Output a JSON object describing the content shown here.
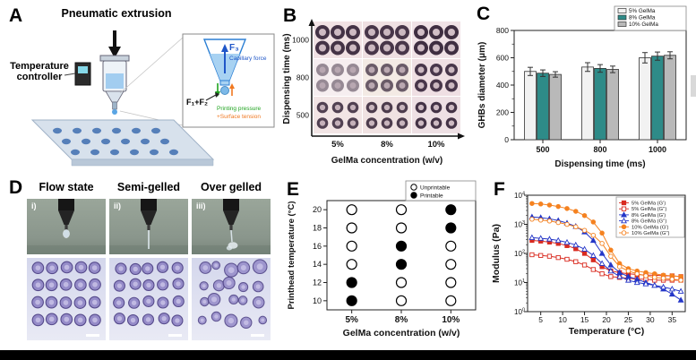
{
  "panels": {
    "a": {
      "label": "A",
      "pneumatic": "Pneumatic extrusion",
      "temp_controller": "Temperature controller",
      "inset": {
        "f3": "F₃",
        "capillary": "Capillary force",
        "f1f2": "F₁+F₂",
        "pressure": "Printing pressure",
        "tension": "+Surface tension"
      }
    },
    "b": {
      "label": "B"
    },
    "c": {
      "label": "C"
    },
    "d": {
      "label": "D",
      "columns": [
        {
          "title": "Flow state",
          "tag": "i)"
        },
        {
          "title": "Semi-gelled",
          "tag": "ii)"
        },
        {
          "title": "Over gelled",
          "tag": "iii)"
        }
      ]
    },
    "e": {
      "label": "E"
    },
    "f": {
      "label": "F"
    }
  },
  "chart_data": [
    {
      "id": "b",
      "type": "image-grid",
      "xlabel": "GelMa concentration (w/v)",
      "ylabel": "Dispensing time (ms)",
      "columns": [
        "5%",
        "8%",
        "10%"
      ],
      "rows": [
        "1000",
        "800",
        "500"
      ],
      "droplets_per_cell": 6
    },
    {
      "id": "c",
      "type": "bar",
      "xlabel": "Dispensing time (ms)",
      "ylabel": "GHBs diameter (μm)",
      "categories": [
        "500",
        "800",
        "1000"
      ],
      "ylim": [
        0,
        800
      ],
      "yticks": [
        0,
        200,
        400,
        600,
        800
      ],
      "legend_position": "top-right",
      "series": [
        {
          "name": "5% GelMa",
          "color": "#f2f2f2",
          "values": [
            500,
            532,
            600
          ],
          "errors": [
            30,
            32,
            38
          ]
        },
        {
          "name": "8% GelMa",
          "color": "#2e8b88",
          "values": [
            487,
            522,
            612
          ],
          "errors": [
            24,
            28,
            30
          ]
        },
        {
          "name": "10% GelMa",
          "color": "#b9b9b9",
          "values": [
            478,
            515,
            618
          ],
          "errors": [
            20,
            24,
            26
          ]
        }
      ]
    },
    {
      "id": "e",
      "type": "scatter",
      "xlabel": "GelMa concentration (w/v)",
      "ylabel": "Printhead temperature (°C)",
      "categories": [
        "5%",
        "8%",
        "10%"
      ],
      "yticks": [
        10,
        12,
        14,
        16,
        18,
        20
      ],
      "legend": [
        {
          "label": "Unprintable",
          "filled": false
        },
        {
          "label": "Printable",
          "filled": true
        }
      ],
      "points": [
        {
          "x": 0,
          "y": 10,
          "filled": true
        },
        {
          "x": 0,
          "y": 12,
          "filled": true
        },
        {
          "x": 0,
          "y": 14,
          "filled": false
        },
        {
          "x": 0,
          "y": 16,
          "filled": false
        },
        {
          "x": 0,
          "y": 18,
          "filled": false
        },
        {
          "x": 0,
          "y": 20,
          "filled": false
        },
        {
          "x": 1,
          "y": 10,
          "filled": false
        },
        {
          "x": 1,
          "y": 12,
          "filled": false
        },
        {
          "x": 1,
          "y": 14,
          "filled": true
        },
        {
          "x": 1,
          "y": 16,
          "filled": true
        },
        {
          "x": 1,
          "y": 18,
          "filled": false
        },
        {
          "x": 1,
          "y": 20,
          "filled": false
        },
        {
          "x": 2,
          "y": 10,
          "filled": false
        },
        {
          "x": 2,
          "y": 12,
          "filled": false
        },
        {
          "x": 2,
          "y": 14,
          "filled": false
        },
        {
          "x": 2,
          "y": 16,
          "filled": false
        },
        {
          "x": 2,
          "y": 18,
          "filled": true
        },
        {
          "x": 2,
          "y": 20,
          "filled": true
        }
      ]
    },
    {
      "id": "f",
      "type": "line",
      "xlabel": "Temperature (°C)",
      "ylabel": "Modulus (Pa)",
      "xticks": [
        5,
        10,
        15,
        20,
        25,
        30,
        35
      ],
      "xlim": [
        2,
        38
      ],
      "yscale": "log",
      "ytick_exponents": [
        0,
        1,
        2,
        3,
        4
      ],
      "x": [
        3,
        5,
        7,
        9,
        11,
        13,
        15,
        17,
        19,
        21,
        23,
        25,
        27,
        29,
        31,
        33,
        35,
        37
      ],
      "series": [
        {
          "name": "5% GelMa (G')",
          "color": "#d92b20",
          "marker": "square",
          "filled": true,
          "values": [
            280,
            265,
            245,
            220,
            185,
            145,
            100,
            60,
            35,
            25,
            22,
            20,
            19,
            18,
            18,
            17,
            17,
            16
          ]
        },
        {
          "name": "5% GelMa (G'')",
          "color": "#d92b20",
          "marker": "square",
          "filled": false,
          "values": [
            90,
            85,
            80,
            72,
            63,
            52,
            40,
            28,
            20,
            16,
            15,
            14,
            13,
            13,
            12,
            12,
            12,
            12
          ]
        },
        {
          "name": "8% GelMa (G')",
          "color": "#2436c8",
          "marker": "triangle",
          "filled": true,
          "values": [
            1800,
            1700,
            1550,
            1350,
            1100,
            850,
            550,
            280,
            100,
            40,
            22,
            16,
            13,
            10,
            8,
            6,
            4,
            2.5
          ]
        },
        {
          "name": "8% GelMa (G'')",
          "color": "#2436c8",
          "marker": "triangle",
          "filled": false,
          "values": [
            350,
            330,
            310,
            280,
            240,
            195,
            140,
            85,
            45,
            25,
            16,
            12,
            10,
            9,
            8,
            7,
            6,
            5
          ]
        },
        {
          "name": "10% GelMa (G')",
          "color": "#f58220",
          "marker": "circle",
          "filled": true,
          "values": [
            5200,
            5000,
            4600,
            4100,
            3500,
            2800,
            2000,
            1200,
            500,
            130,
            45,
            30,
            25,
            22,
            20,
            18,
            17,
            16
          ]
        },
        {
          "name": "10% GelMa (G'')",
          "color": "#f58220",
          "marker": "circle",
          "filled": false,
          "values": [
            1500,
            1400,
            1300,
            1150,
            1000,
            820,
            620,
            420,
            220,
            80,
            35,
            25,
            20,
            17,
            15,
            14,
            13,
            12
          ]
        }
      ]
    }
  ]
}
